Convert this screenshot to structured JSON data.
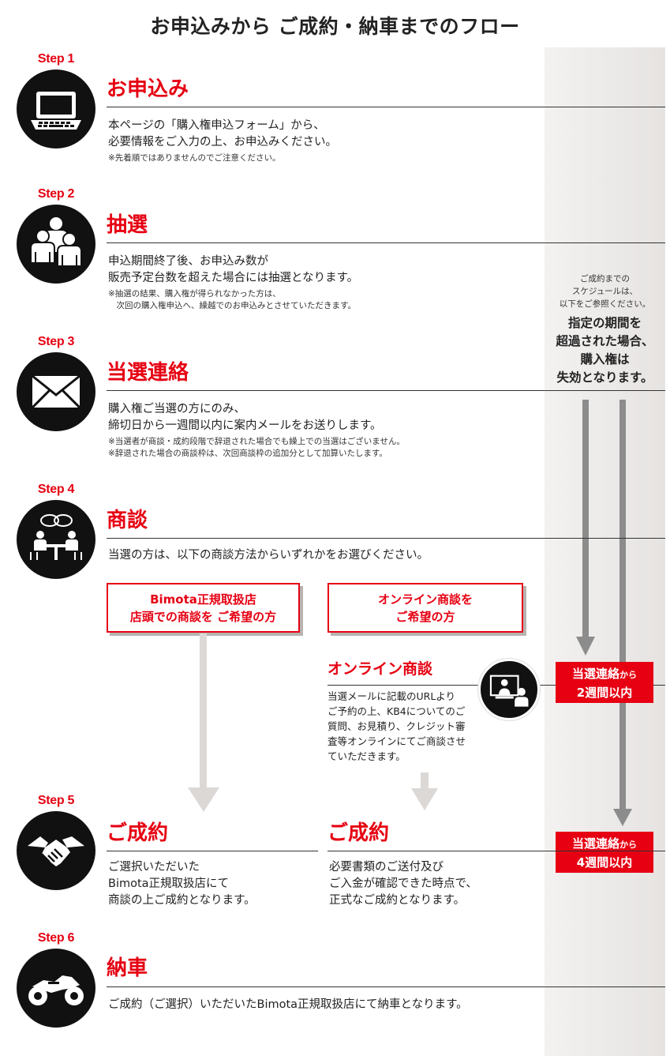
{
  "title": "お申込みから ご成約・納車までのフロー",
  "steps": [
    {
      "label": "Step 1",
      "heading": "お申込み",
      "lines": [
        "本ページの「購入権申込フォーム」から、",
        "必要情報をご入力の上、お申込みください。"
      ],
      "notes": [
        "※先着順ではありませんのでご注意ください。"
      ]
    },
    {
      "label": "Step 2",
      "heading": "抽選",
      "lines": [
        "申込期間終了後、お申込み数が",
        "販売予定台数を超えた場合には抽選となります。"
      ],
      "notes": [
        "※抽選の結果、購入権が得られなかった方は、",
        "　次回の購入権申込へ、繰越でのお申込みとさせていただきます。"
      ]
    },
    {
      "label": "Step 3",
      "heading": "当選連絡",
      "lines": [
        "購入権ご当選の方にのみ、",
        "締切日から一週間以内に案内メールをお送りします。"
      ],
      "notes": [
        "※当選者が商談・成約段階で辞退された場合でも繰上での当選はございません。",
        "※辞退された場合の商談枠は、次回商談枠の追加分として加算いたします。"
      ]
    },
    {
      "label": "Step 4",
      "heading": "商談",
      "lines": [
        "当選の方は、以下の商談方法からいずれかをお選びください。"
      ]
    },
    {
      "label": "Step 5"
    },
    {
      "label": "Step 6",
      "heading": "納車",
      "lines": [
        "ご成約（ご選択）いただいたBimota正規取扱店にて納車となります。"
      ]
    }
  ],
  "options": [
    {
      "lines": [
        "Bimota正規取扱店",
        "店頭での商談を ご希望の方"
      ]
    },
    {
      "lines": [
        "オンライン商談を",
        "ご希望の方"
      ]
    }
  ],
  "online": {
    "heading": "オンライン商談",
    "lines": [
      "当選メールに記載のURLより",
      "ご予約の上、KB4についてのご",
      "質問、お見積り、クレジット審",
      "査等オンラインにてご商談させ",
      "ていただきます。"
    ]
  },
  "contract": [
    {
      "heading": "ご成約",
      "lines": [
        "ご選択いただいた",
        "Bimota正規取扱店にて",
        "商談の上ご成約となります。"
      ]
    },
    {
      "heading": "ご成約",
      "lines": [
        "必要書類のご送付及び",
        "ご入金が確認できた時点で、",
        "正式なご成約となります。"
      ]
    }
  ],
  "side": {
    "small": [
      "ご成約までの",
      "スケジュールは、",
      "以下をご参照ください。"
    ],
    "big": [
      "指定の期間を",
      "超過された場合、",
      "購入権は",
      "失効となります。"
    ],
    "deadline1": {
      "main": "当選連絡",
      "suffix": "から",
      "period": "2週間以内"
    },
    "deadline2": {
      "main": "当選連絡",
      "suffix": "から",
      "period": "4週間以内"
    }
  },
  "colors": {
    "accent": "#e60012",
    "icon_bg": "#111111",
    "panel": "#e8e5e3",
    "arrow_light": "#dcd8d5",
    "arrow_dark": "#8c8c8c"
  },
  "icons": [
    "laptop-icon",
    "people-icon",
    "envelope-icon",
    "meeting-icon",
    "video-call-icon",
    "handshake-icon",
    "motorcycle-icon"
  ]
}
